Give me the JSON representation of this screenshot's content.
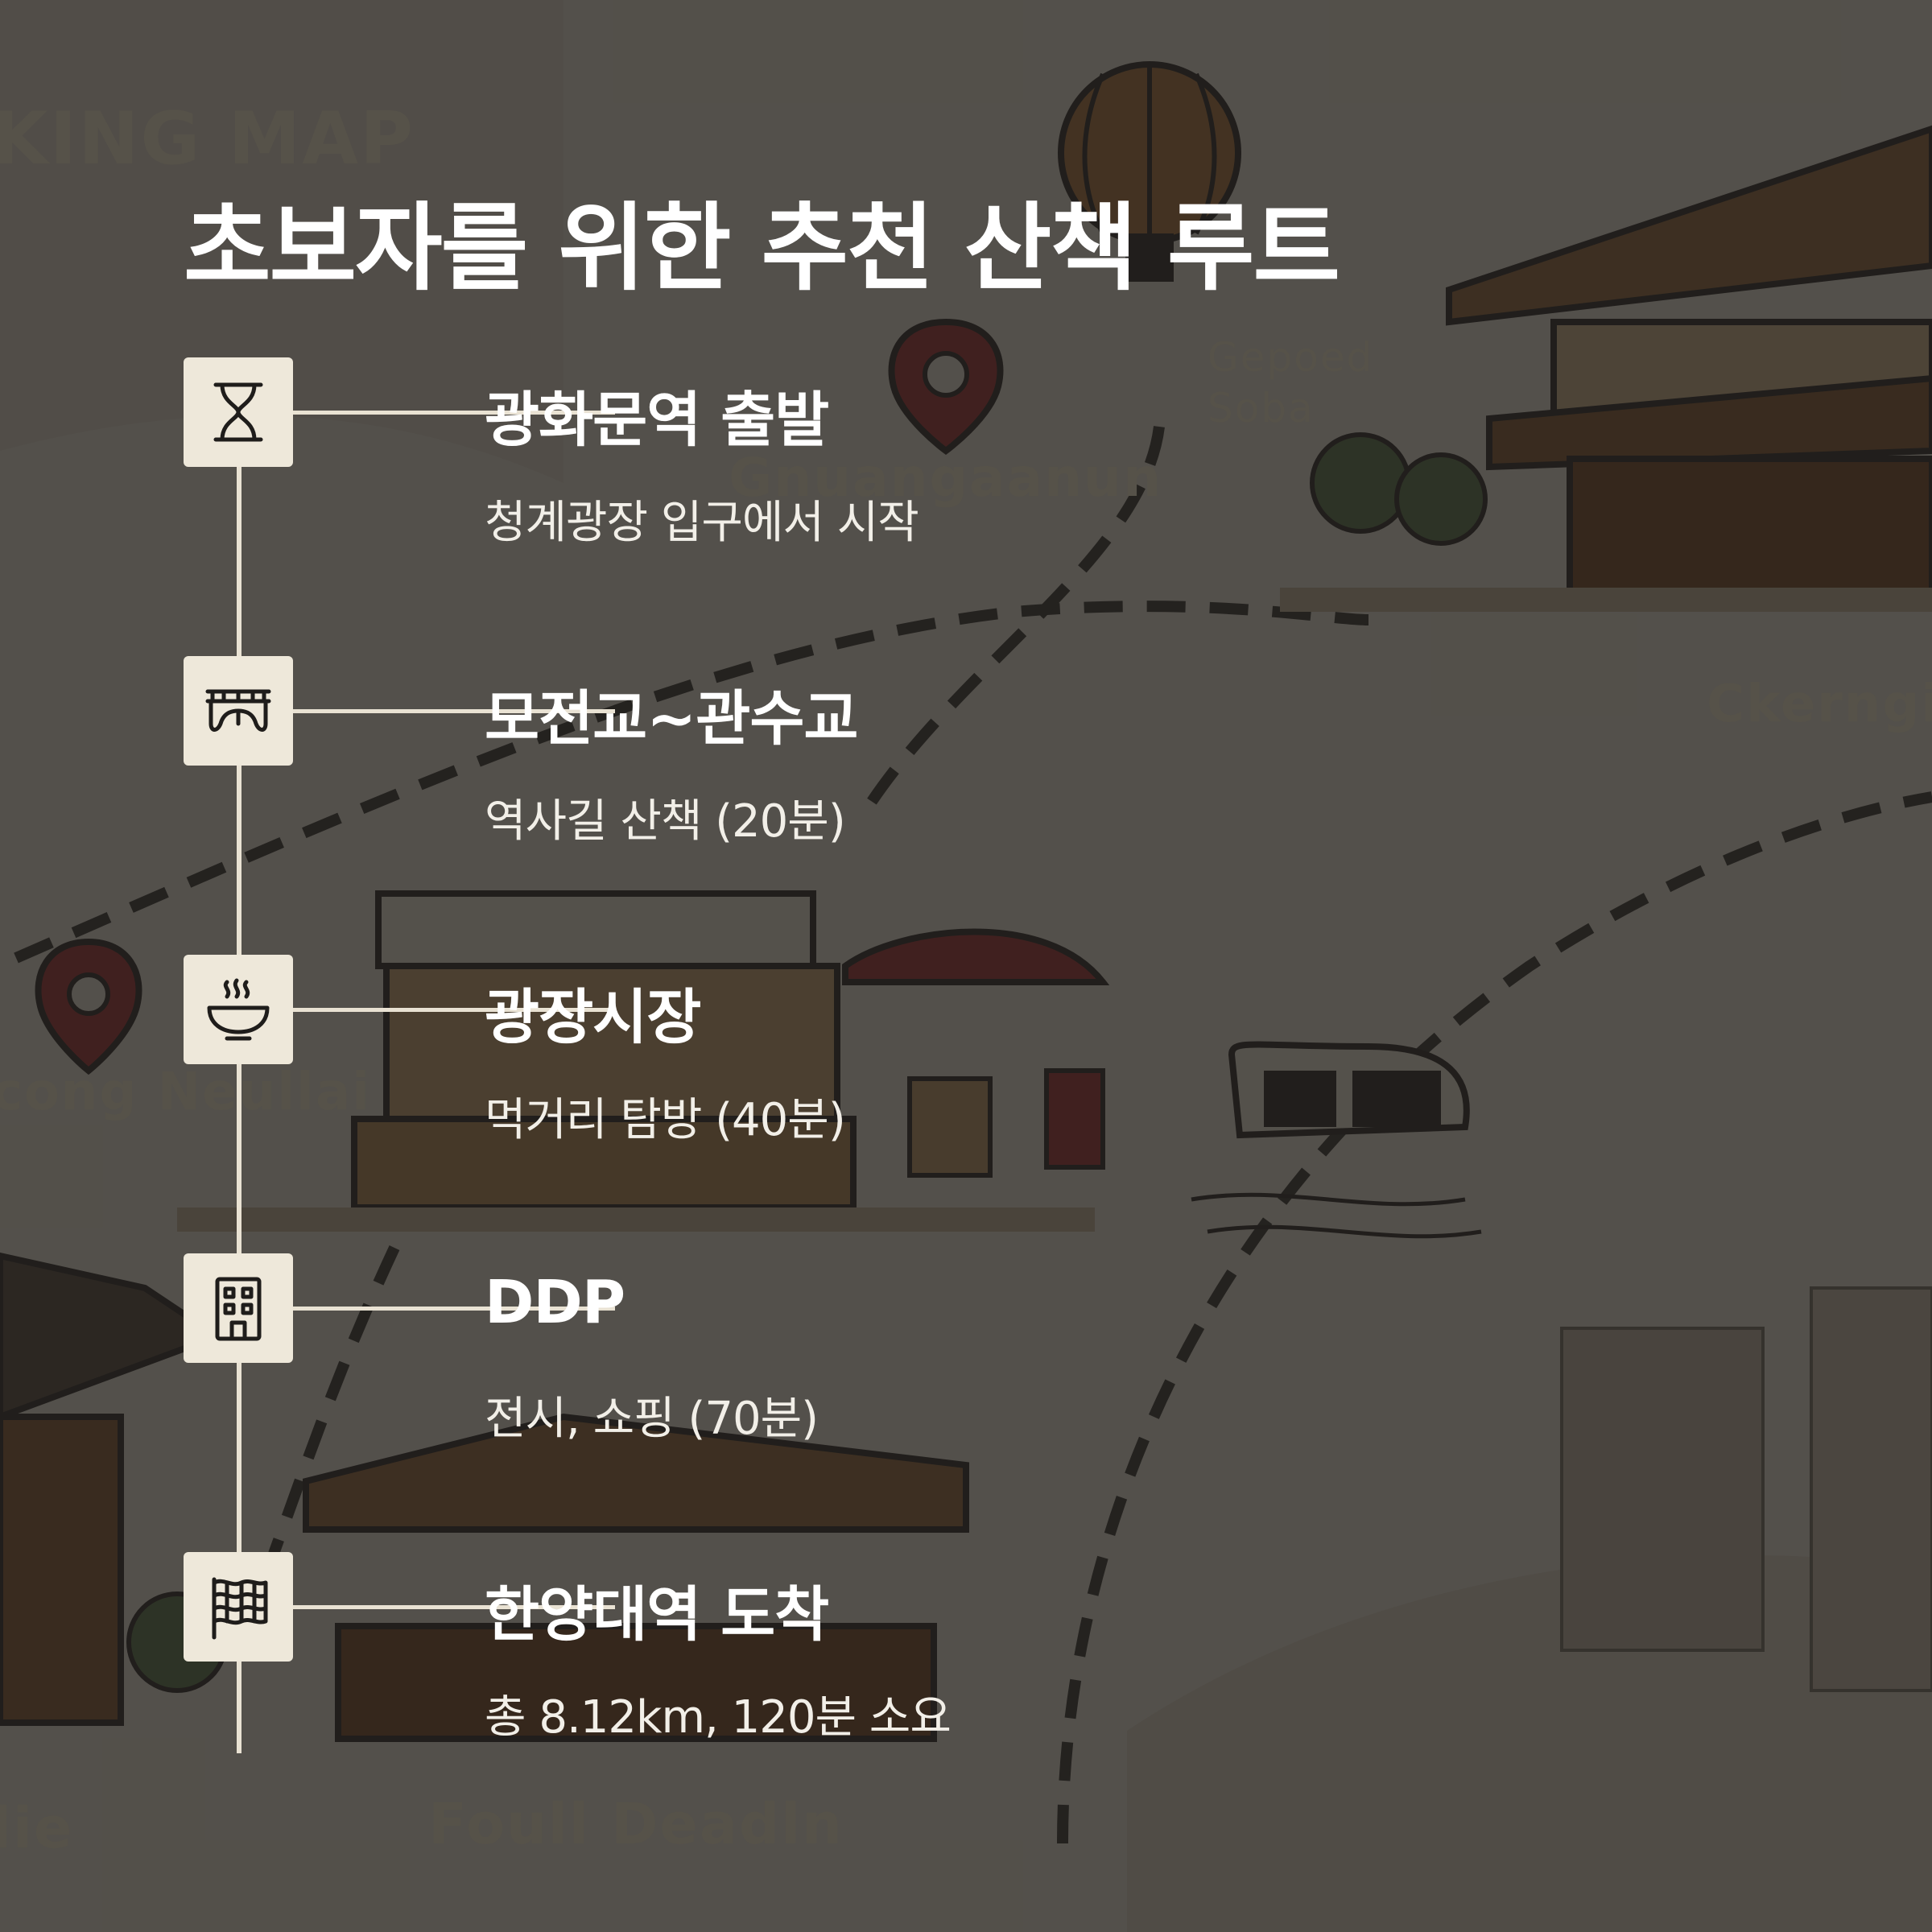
{
  "header": {
    "title": "초보자를 위한 추천 산책 루트"
  },
  "map_labels": {
    "top_left": "KING MAP",
    "gwanghwamun": "Gnuangaanun",
    "soba_1": "Gepoed",
    "soba_2": "Soba",
    "right_mid": "Ckerngi",
    "left_mid": "cong Neullai",
    "bottom_left": "lie",
    "bottom_center": "Foull Deadln"
  },
  "route": [
    {
      "title": "광화문역 출발",
      "desc": "청계광장 입구에서 시작",
      "icon": "hourglass-icon"
    },
    {
      "title": "모전교~관수교",
      "desc": "역사길 산책 (20분)",
      "icon": "bridge-icon"
    },
    {
      "title": "광장시장",
      "desc": "먹거리 탐방 (40분)",
      "icon": "bowl-icon"
    },
    {
      "title": "DDP",
      "desc": "전시, 쇼핑 (70분)",
      "icon": "building-icon"
    },
    {
      "title": "한양대역 도착",
      "desc": "총 8.12km, 120분 소요",
      "icon": "map-icon"
    }
  ],
  "colors": {
    "background": "#2d2c2a",
    "icon_box": "#eee8da",
    "line": "#e9e2d3",
    "text": "#ffffff"
  }
}
